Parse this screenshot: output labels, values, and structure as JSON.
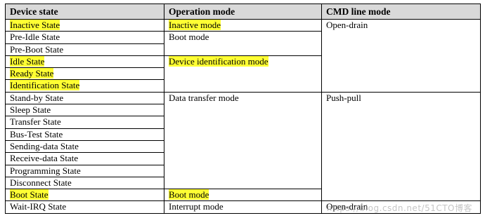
{
  "headers": [
    "Device state",
    "Operation mode",
    "CMD line mode"
  ],
  "rows": [
    {
      "state": "Inactive State",
      "hl": true
    },
    {
      "state": "Pre-Idle State",
      "hl": false
    },
    {
      "state": "Pre-Boot State",
      "hl": false
    },
    {
      "state": "Idle State",
      "hl": true
    },
    {
      "state": "Ready State",
      "hl": true
    },
    {
      "state": "Identification State",
      "hl": true
    },
    {
      "state": "Stand-by State",
      "hl": false
    },
    {
      "state": "Sleep State",
      "hl": false
    },
    {
      "state": "Transfer State",
      "hl": false
    },
    {
      "state": "Bus-Test State",
      "hl": false
    },
    {
      "state": "Sending-data State",
      "hl": false
    },
    {
      "state": "Receive-data State",
      "hl": false
    },
    {
      "state": "Programming State",
      "hl": false
    },
    {
      "state": "Disconnect State",
      "hl": false
    },
    {
      "state": "Boot State",
      "hl": true
    },
    {
      "state": "Wait-IRQ State",
      "hl": false
    }
  ],
  "operation_modes": [
    {
      "label": "Inactive mode",
      "hl": true
    },
    {
      "label": "Boot mode",
      "hl": false
    },
    {
      "label": "Device identification mode",
      "hl": true
    },
    {
      "label": "Data transfer mode",
      "hl": false
    },
    {
      "label": "Boot mode",
      "hl": true
    },
    {
      "label": "Interrupt mode",
      "hl": false
    }
  ],
  "cmd_modes": [
    {
      "label": "Open-drain"
    },
    {
      "label": "Push-pull"
    },
    {
      "label": "Open-drain"
    }
  ],
  "highlight_color": "#ffff33",
  "header_bg": "#d9d9d9",
  "watermark": "https://blog.csdn.net/51CTO博客"
}
